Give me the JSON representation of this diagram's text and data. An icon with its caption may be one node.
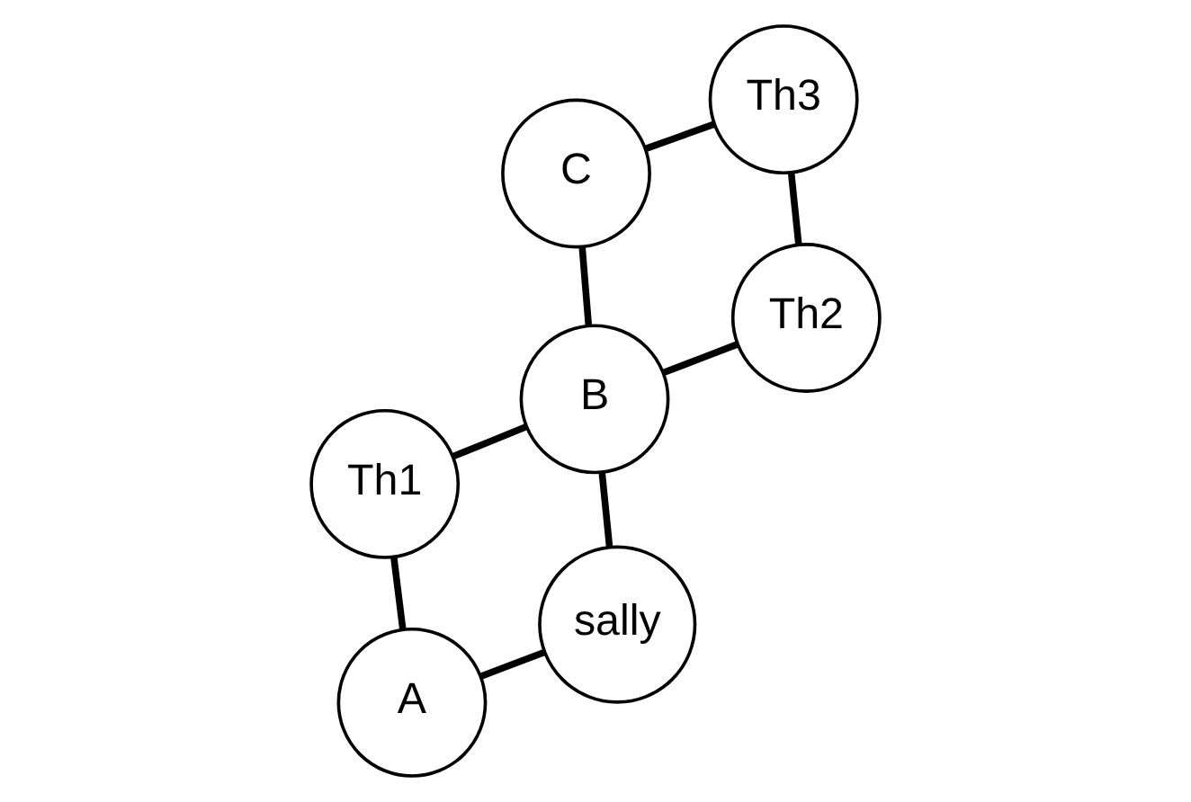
{
  "diagram": {
    "nodes": [
      {
        "text": [
          "Th1"
        ]
      },
      {
        "text": [
          "Th2"
        ]
      },
      {
        "text": [
          "A"
        ]
      },
      {
        "text": [
          "B"
        ]
      },
      {
        "text": [
          "C"
        ]
      },
      {
        "text": [
          "Th3"
        ]
      },
      {
        "text": [
          "sally"
        ]
      }
    ],
    "edges": [
      {
        "from": 2,
        "to": 0,
        "arrow": "none"
      },
      {
        "from": 0,
        "to": 3,
        "arrow": "none"
      },
      {
        "from": 3,
        "to": 1,
        "arrow": "none"
      },
      {
        "from": 1,
        "to": 5,
        "arrow": "none"
      },
      {
        "from": 2,
        "to": 6,
        "arrow": "none"
      },
      {
        "from": 6,
        "to": 3,
        "arrow": "none"
      },
      {
        "from": 3,
        "to": 4,
        "arrow": "none"
      },
      {
        "from": 4,
        "to": 5,
        "arrow": "none"
      }
    ]
  }
}
